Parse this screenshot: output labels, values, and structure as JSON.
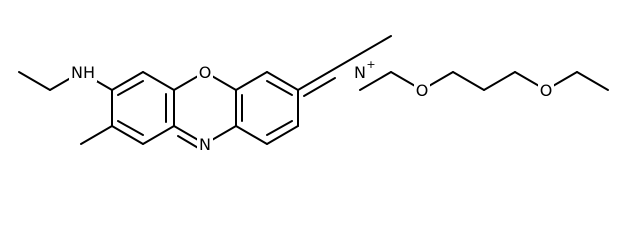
{
  "molecule": {
    "atoms": {
      "nh": "NH",
      "ring_o": "O",
      "ring_n": "N",
      "iminium_n": "N",
      "iminium_charge": "+",
      "ether_o1": "O",
      "ether_o2": "O"
    }
  }
}
